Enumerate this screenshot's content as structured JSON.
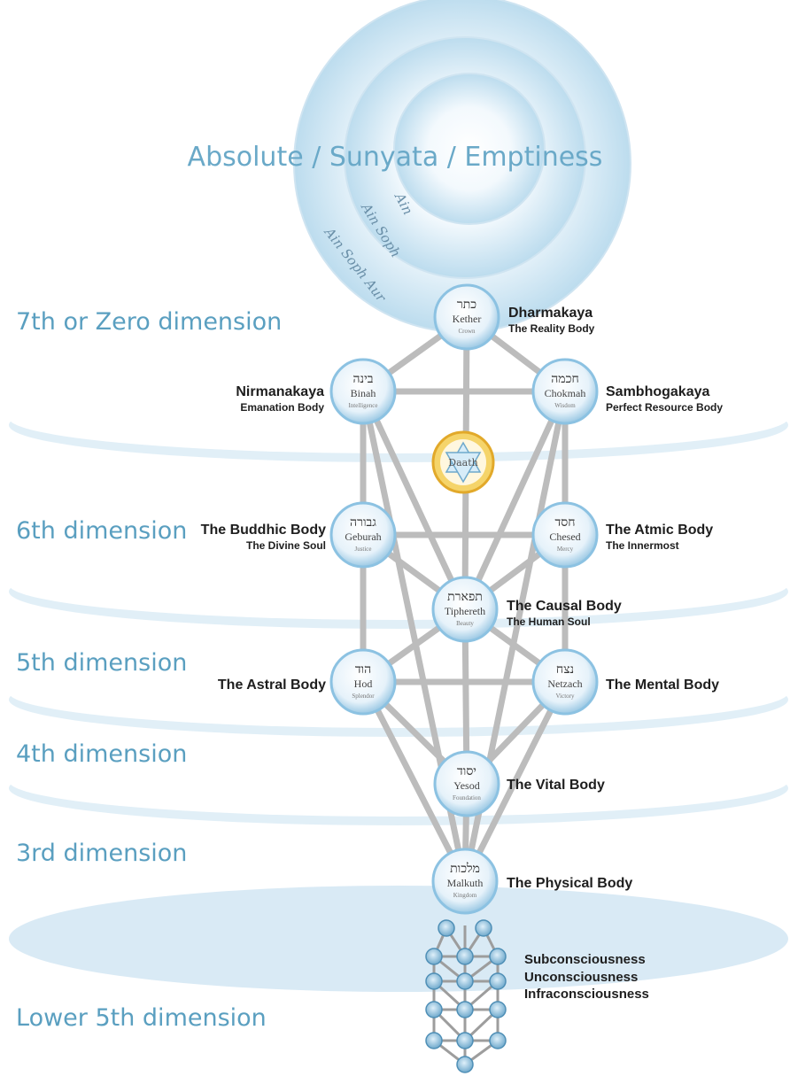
{
  "title": "Absolute / Sunyata / Emptiness",
  "rings": {
    "inner": "Ain",
    "middle": "Ain Soph",
    "outer": "Ain Soph Aur"
  },
  "dimensions": {
    "d7": "7th or Zero dimension",
    "d6": "6th dimension",
    "d5": "5th dimension",
    "d4": "4th dimension",
    "d3": "3rd dimension",
    "lower": "Lower 5th dimension"
  },
  "sephiroth": {
    "kether": {
      "hebrew": "כתר",
      "name": "Kether",
      "meaning": "Crown"
    },
    "binah": {
      "hebrew": "בינה",
      "name": "Binah",
      "meaning": "Intelligence"
    },
    "chokmah": {
      "hebrew": "חכמה",
      "name": "Chokmah",
      "meaning": "Wisdom"
    },
    "daath": {
      "name": "Daath"
    },
    "geburah": {
      "hebrew": "גבורה",
      "name": "Geburah",
      "meaning": "Justice"
    },
    "chesed": {
      "hebrew": "חסד",
      "name": "Chesed",
      "meaning": "Mercy"
    },
    "tiphereth": {
      "hebrew": "תפארת",
      "name": "Tiphereth",
      "meaning": "Beauty"
    },
    "hod": {
      "hebrew": "הוד",
      "name": "Hod",
      "meaning": "Splendor"
    },
    "netzach": {
      "hebrew": "נצח",
      "name": "Netzach",
      "meaning": "Victory"
    },
    "yesod": {
      "hebrew": "יסוד",
      "name": "Yesod",
      "meaning": "Foundation"
    },
    "malkuth": {
      "hebrew": "מלכות",
      "name": "Malkuth",
      "meaning": "Kingdom"
    }
  },
  "bodies": {
    "dharmakaya": {
      "title": "Dharmakaya",
      "subtitle": "The Reality Body"
    },
    "nirmanakaya": {
      "title": "Nirmanakaya",
      "subtitle": "Emanation Body"
    },
    "sambhogakaya": {
      "title": "Sambhogakaya",
      "subtitle": "Perfect Resource Body"
    },
    "buddhic": {
      "title": "The Buddhic Body",
      "subtitle": "The Divine Soul"
    },
    "atmic": {
      "title": "The Atmic Body",
      "subtitle": "The Innermost"
    },
    "causal": {
      "title": "The Causal Body",
      "subtitle": "The Human Soul"
    },
    "astral": {
      "title": "The Astral Body"
    },
    "mental": {
      "title": "The Mental Body"
    },
    "vital": {
      "title": "The Vital Body"
    },
    "physical": {
      "title": "The Physical Body"
    }
  },
  "lower": [
    "Subconsciousness",
    "Unconsciousness",
    "Infraconsciousness"
  ],
  "colors": {
    "accent": "#5a9fc0",
    "path": "#b8b8b8",
    "node": "#cfe6f4",
    "daath": "#e8b93a"
  }
}
